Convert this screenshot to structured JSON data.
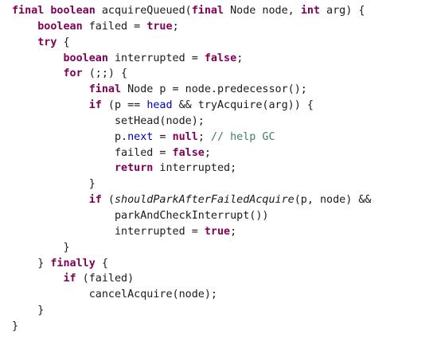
{
  "code": {
    "language": "Java",
    "lines": [
      [
        {
          "t": "kw",
          "v": "final"
        },
        {
          "t": "tx",
          "v": " "
        },
        {
          "t": "kw",
          "v": "boolean"
        },
        {
          "t": "tx",
          "v": " acquireQueued("
        },
        {
          "t": "kw",
          "v": "final"
        },
        {
          "t": "tx",
          "v": " Node node, "
        },
        {
          "t": "kw",
          "v": "int"
        },
        {
          "t": "tx",
          "v": " arg) {"
        }
      ],
      [
        {
          "t": "tx",
          "v": "    "
        },
        {
          "t": "kw",
          "v": "boolean"
        },
        {
          "t": "tx",
          "v": " failed = "
        },
        {
          "t": "kw",
          "v": "true"
        },
        {
          "t": "tx",
          "v": ";"
        }
      ],
      [
        {
          "t": "tx",
          "v": "    "
        },
        {
          "t": "kw",
          "v": "try"
        },
        {
          "t": "tx",
          "v": " {"
        }
      ],
      [
        {
          "t": "tx",
          "v": "        "
        },
        {
          "t": "kw",
          "v": "boolean"
        },
        {
          "t": "tx",
          "v": " interrupted = "
        },
        {
          "t": "kw",
          "v": "false"
        },
        {
          "t": "tx",
          "v": ";"
        }
      ],
      [
        {
          "t": "tx",
          "v": "        "
        },
        {
          "t": "kw",
          "v": "for"
        },
        {
          "t": "tx",
          "v": " (;;) {"
        }
      ],
      [
        {
          "t": "tx",
          "v": "            "
        },
        {
          "t": "kw",
          "v": "final"
        },
        {
          "t": "tx",
          "v": " Node p = node.predecessor();"
        }
      ],
      [
        {
          "t": "tx",
          "v": "            "
        },
        {
          "t": "kw",
          "v": "if"
        },
        {
          "t": "tx",
          "v": " (p == "
        },
        {
          "t": "fld",
          "v": "head"
        },
        {
          "t": "tx",
          "v": " && tryAcquire(arg)) {"
        }
      ],
      [
        {
          "t": "tx",
          "v": "                setHead(node);"
        }
      ],
      [
        {
          "t": "tx",
          "v": "                p."
        },
        {
          "t": "fld",
          "v": "next"
        },
        {
          "t": "tx",
          "v": " = "
        },
        {
          "t": "kw",
          "v": "null"
        },
        {
          "t": "tx",
          "v": "; "
        },
        {
          "t": "cmt",
          "v": "// help GC"
        }
      ],
      [
        {
          "t": "tx",
          "v": "                failed = "
        },
        {
          "t": "kw",
          "v": "false"
        },
        {
          "t": "tx",
          "v": ";"
        }
      ],
      [
        {
          "t": "tx",
          "v": "                "
        },
        {
          "t": "kw",
          "v": "return"
        },
        {
          "t": "tx",
          "v": " interrupted;"
        }
      ],
      [
        {
          "t": "tx",
          "v": "            }"
        }
      ],
      [
        {
          "t": "tx",
          "v": "            "
        },
        {
          "t": "kw",
          "v": "if"
        },
        {
          "t": "tx",
          "v": " ("
        },
        {
          "t": "it",
          "v": "shouldParkAfterFailedAcquire"
        },
        {
          "t": "tx",
          "v": "(p, node) &&"
        }
      ],
      [
        {
          "t": "tx",
          "v": "                parkAndCheckInterrupt())"
        }
      ],
      [
        {
          "t": "tx",
          "v": "                interrupted = "
        },
        {
          "t": "kw",
          "v": "true"
        },
        {
          "t": "tx",
          "v": ";"
        }
      ],
      [
        {
          "t": "tx",
          "v": "        }"
        }
      ],
      [
        {
          "t": "tx",
          "v": "    } "
        },
        {
          "t": "kw",
          "v": "finally"
        },
        {
          "t": "tx",
          "v": " {"
        }
      ],
      [
        {
          "t": "tx",
          "v": "        "
        },
        {
          "t": "kw",
          "v": "if"
        },
        {
          "t": "tx",
          "v": " (failed)"
        }
      ],
      [
        {
          "t": "tx",
          "v": "            cancelAcquire(node);"
        }
      ],
      [
        {
          "t": "tx",
          "v": "    }"
        }
      ],
      [
        {
          "t": "tx",
          "v": "}"
        }
      ]
    ]
  },
  "colors": {
    "background": "#ffffff",
    "text": "#1a1a1a",
    "keyword": "#7f0055",
    "field": "#0000c0",
    "comment": "#3f7f5f"
  }
}
